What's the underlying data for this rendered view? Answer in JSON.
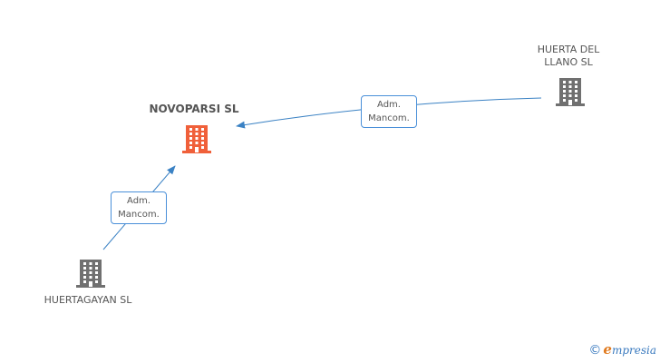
{
  "nodes": [
    {
      "id": "novoparsi",
      "label_lines": [
        "NOVOPARSI SL"
      ],
      "color": "#f0603a",
      "main": true
    },
    {
      "id": "huerta_del_llano",
      "label_lines": [
        "HUERTA DEL",
        "LLANO  SL"
      ],
      "color": "#707070",
      "main": false
    },
    {
      "id": "huertagayan",
      "label_lines": [
        "HUERTAGAYAN SL"
      ],
      "color": "#707070",
      "main": false
    }
  ],
  "edges": [
    {
      "from": "huerta_del_llano",
      "to": "novoparsi",
      "label_lines": [
        "Adm.",
        "Mancom."
      ]
    },
    {
      "from": "huertagayan",
      "to": "novoparsi",
      "label_lines": [
        "Adm.",
        "Mancom."
      ]
    }
  ],
  "colors": {
    "edge": "#3b82c4",
    "edge_label_border": "#4a90d9"
  },
  "icons": {
    "node": "building-icon",
    "brand": "copyright-icon"
  },
  "brand": {
    "symbol": "©",
    "first_letter": "e",
    "rest": "mpresia"
  }
}
